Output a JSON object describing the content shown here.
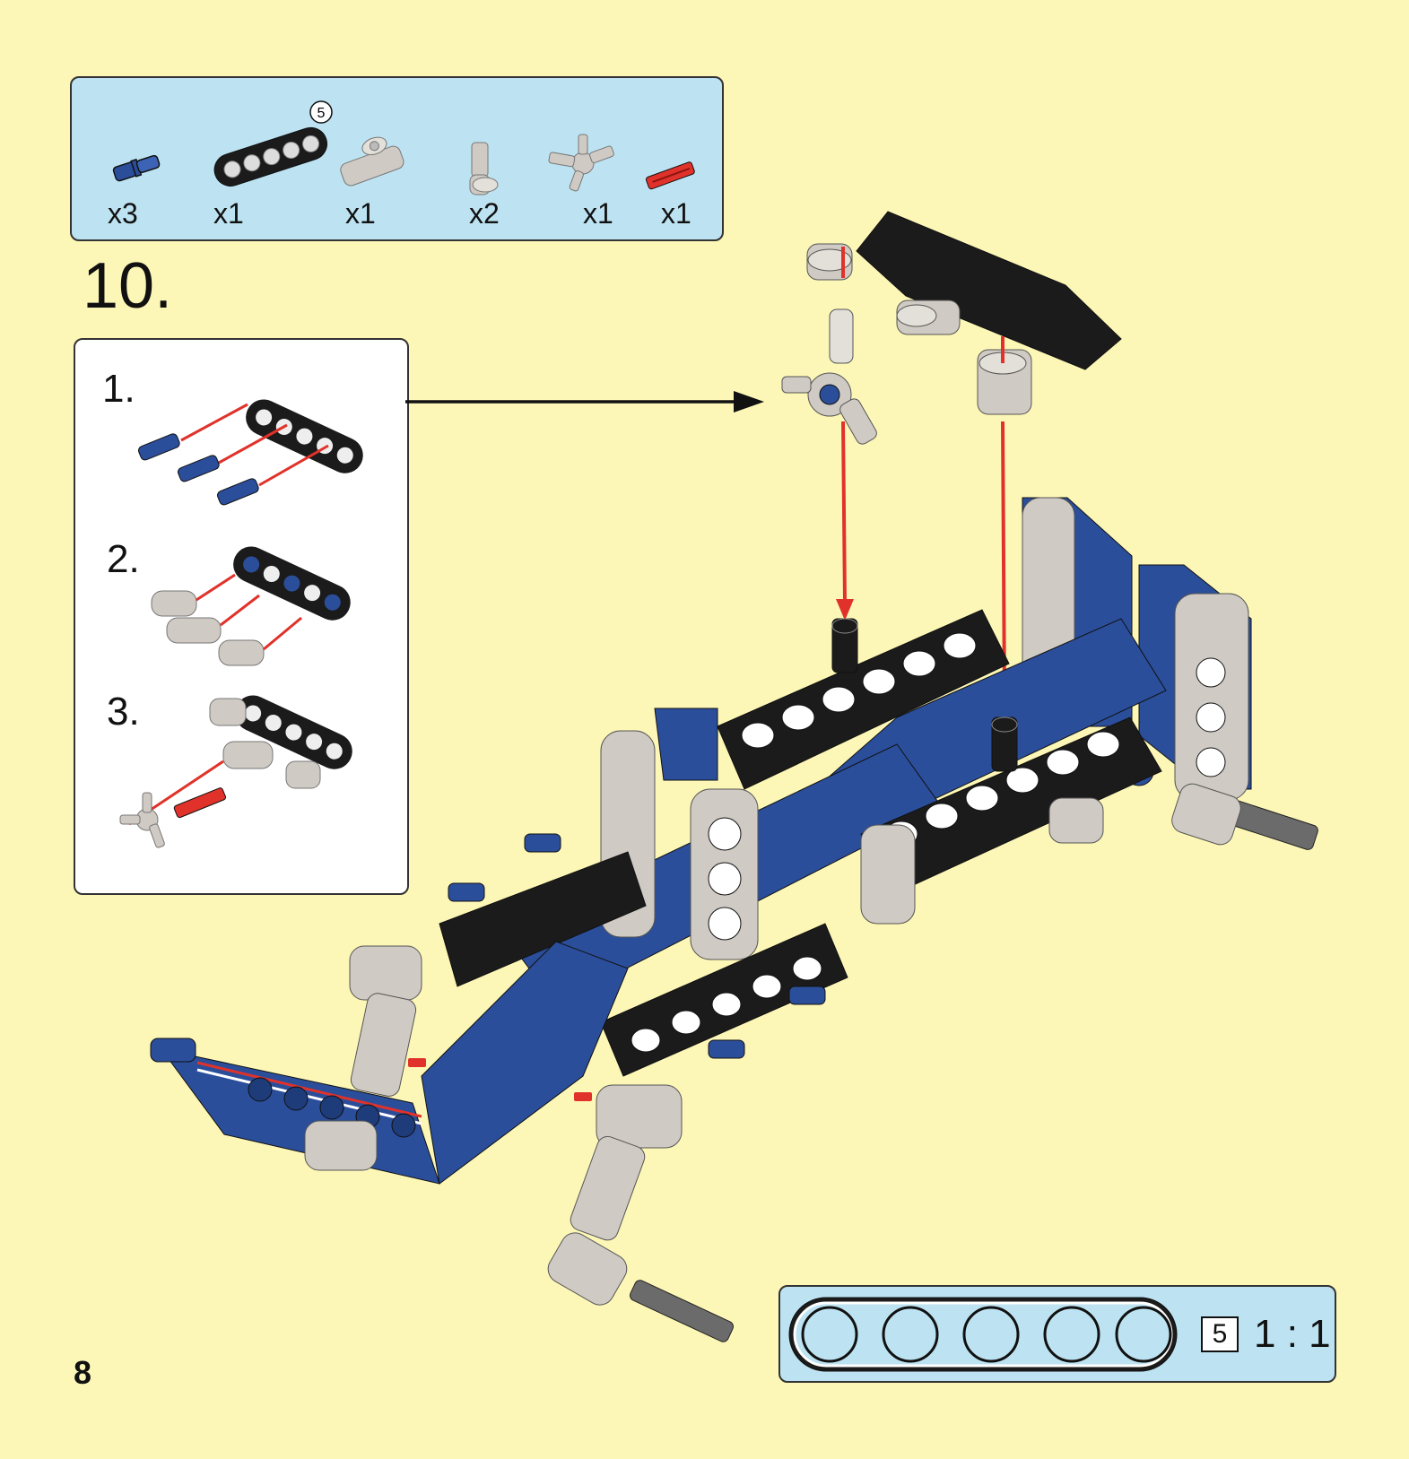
{
  "parts_list": {
    "items": [
      {
        "icon": "blue-pin-icon",
        "qty": "x3"
      },
      {
        "icon": "black-beam-5-icon",
        "qty": "x1",
        "callout": "5"
      },
      {
        "icon": "gray-angle-connector-icon",
        "qty": "x1"
      },
      {
        "icon": "gray-axle-pin-icon",
        "qty": "x2"
      },
      {
        "icon": "gray-hub-connector-icon",
        "qty": "x1"
      },
      {
        "icon": "red-axle-icon",
        "qty": "x1"
      }
    ]
  },
  "step": {
    "number": "10."
  },
  "substeps": [
    "1.",
    "2.",
    "3."
  ],
  "scale_reference": {
    "beam_length": "5",
    "ratio": "1 : 1"
  },
  "page": {
    "number": "8"
  },
  "colors": {
    "background": "#fdf7b7",
    "panel": "#bde3f2",
    "blue_part": "#2b4e9b",
    "gray_part": "#cfcac3",
    "black_part": "#1b1b1b",
    "red_part": "#e0322a",
    "arrow": "#e0322a"
  }
}
